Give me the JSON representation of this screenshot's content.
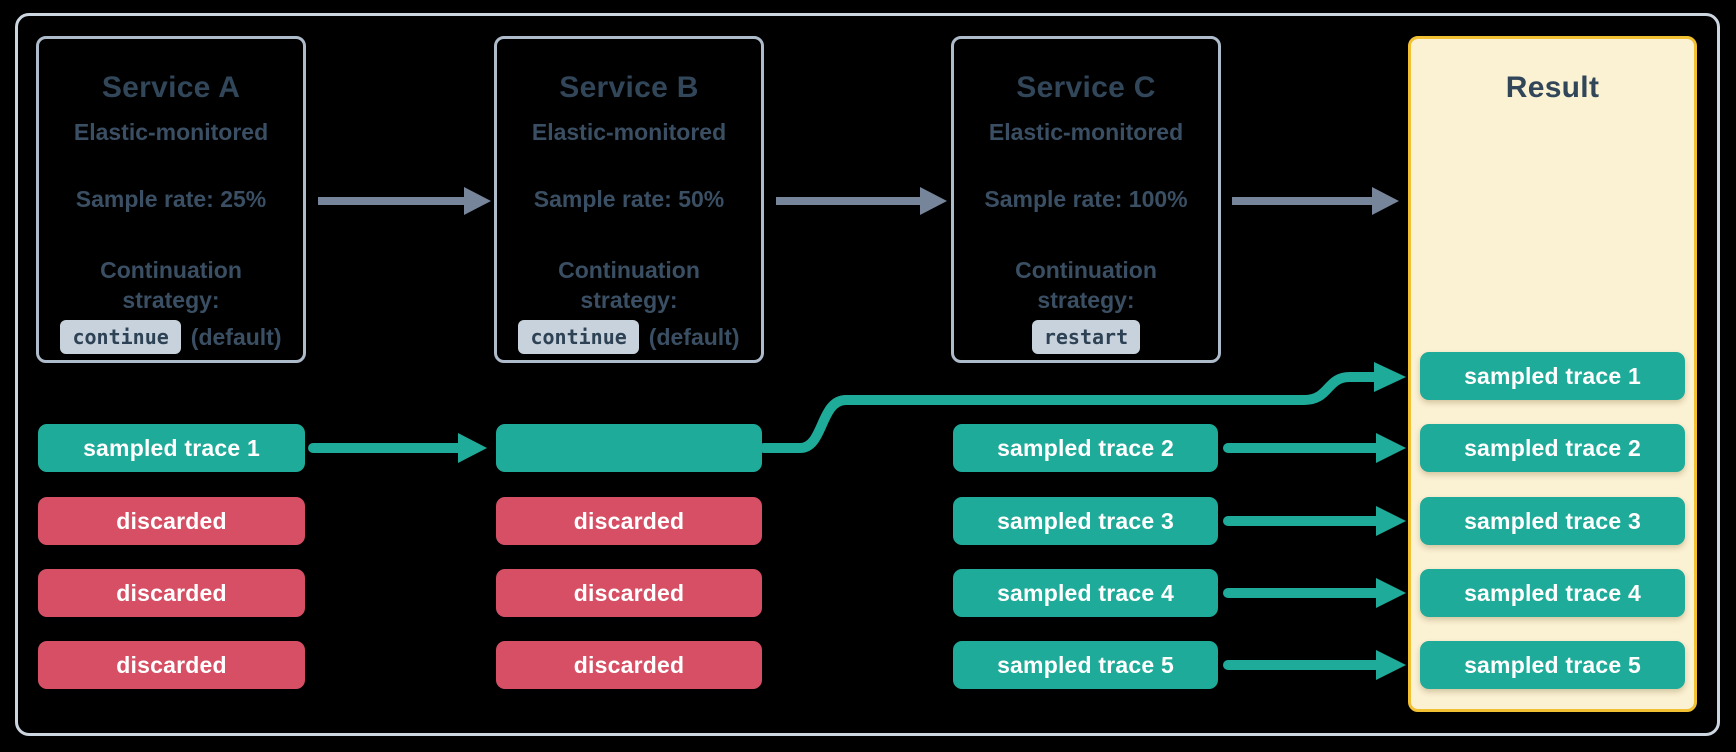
{
  "diagram": {
    "services": [
      {
        "title": "Service A",
        "subtitle": "Elastic-monitored",
        "sample_rate": "Sample rate: 25%",
        "strategy_label": "Continuation strategy:",
        "strategy_code": "continue",
        "strategy_note": "(default)"
      },
      {
        "title": "Service B",
        "subtitle": "Elastic-monitored",
        "sample_rate": "Sample rate: 50%",
        "strategy_label": "Continuation strategy:",
        "strategy_code": "continue",
        "strategy_note": "(default)"
      },
      {
        "title": "Service C",
        "subtitle": "Elastic-monitored",
        "sample_rate": "Sample rate: 100%",
        "strategy_label": "Continuation strategy:",
        "strategy_code": "restart",
        "strategy_note": ""
      }
    ],
    "result": {
      "title": "Result",
      "chips": [
        "sampled trace 1",
        "sampled trace 2",
        "sampled trace 3",
        "sampled trace 4",
        "sampled trace 5"
      ]
    },
    "column_a": {
      "chips": [
        "sampled trace 1",
        "discarded",
        "discarded",
        "discarded"
      ]
    },
    "column_b": {
      "chips": [
        "",
        "discarded",
        "discarded",
        "discarded"
      ]
    },
    "column_c": {
      "chips": [
        "sampled trace 2",
        "sampled trace 3",
        "sampled trace 4",
        "sampled trace 5"
      ]
    },
    "colors": {
      "teal": "#1fab99",
      "red": "#d64f64",
      "slate_text": "#3a4f63",
      "title_text": "#32465a",
      "service_border": "#aebbca",
      "frame_border": "#ccd6e0",
      "code_chip_bg": "#c8d2dc",
      "arrow_gray": "#76859a",
      "result_border": "#f2c033",
      "result_bg": "#fbf1d3"
    }
  }
}
